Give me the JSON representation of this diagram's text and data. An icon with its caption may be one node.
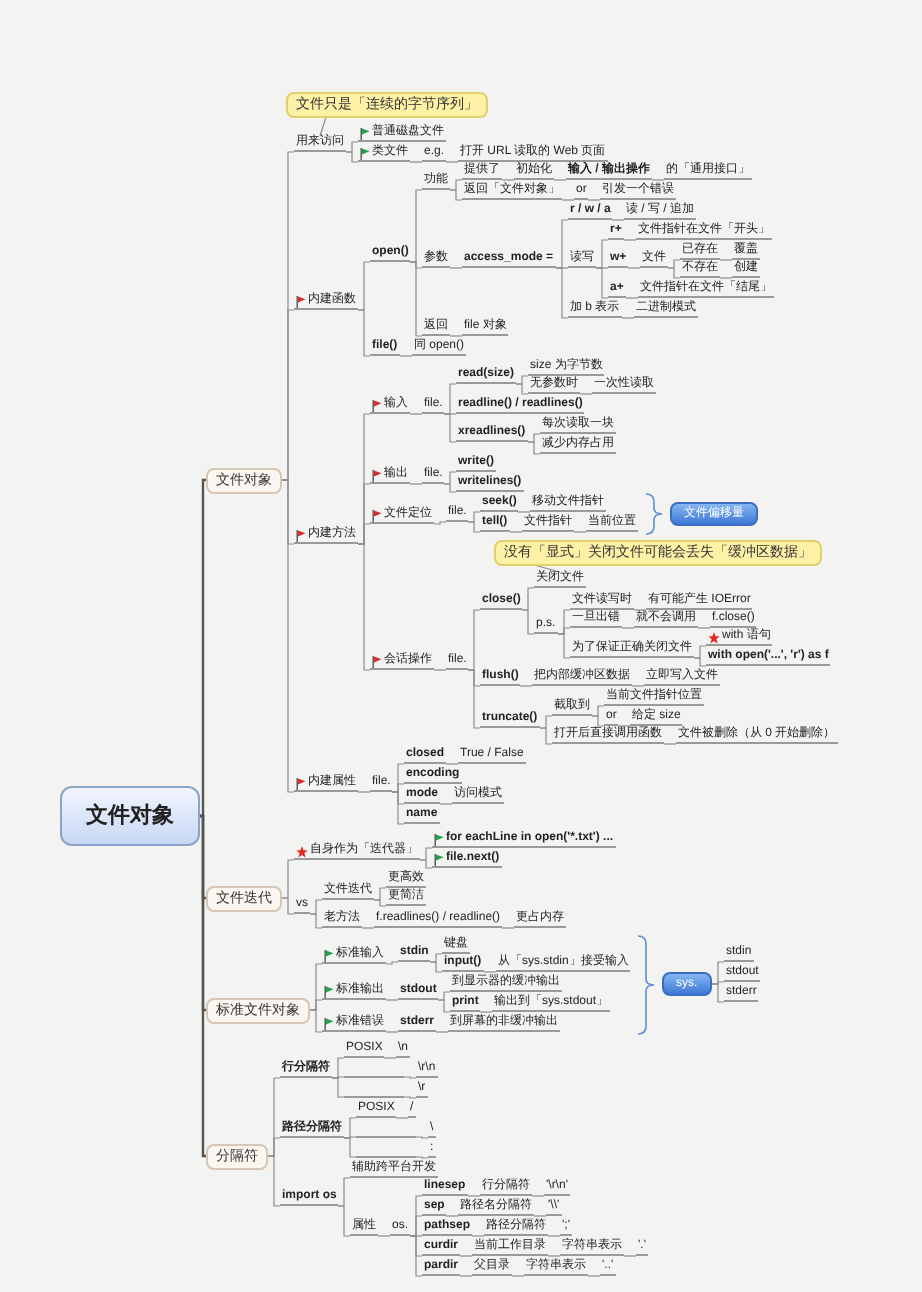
{
  "diagram": {
    "nodes": [
      {
        "text": [
          "文件对象"
        ]
      },
      {
        "text": [
          "文件对象"
        ]
      },
      {
        "text": [
          "用来访问"
        ]
      },
      {
        "text": [
          "文件只是「连续的字节序列」"
        ]
      },
      {
        "text": [
          "普通磁盘文件"
        ]
      },
      {
        "text": [
          "类文件"
        ]
      },
      {
        "text": [
          "e.g."
        ]
      },
      {
        "text": [
          "打开 URL 读取的 Web 页面"
        ]
      },
      {
        "text": [
          "内建函数"
        ]
      },
      {
        "text": [
          "open()"
        ]
      },
      {
        "text": [
          "功能"
        ]
      },
      {
        "text": [
          "提供了"
        ]
      },
      {
        "text": [
          "初始化"
        ]
      },
      {
        "text": [
          "输入 / 输出操作"
        ]
      },
      {
        "text": [
          "的「通用接口」"
        ]
      },
      {
        "text": [
          "返回「文件对象」"
        ]
      },
      {
        "text": [
          "or"
        ]
      },
      {
        "text": [
          "引发一个错误"
        ]
      },
      {
        "text": [
          "参数"
        ]
      },
      {
        "text": [
          "access_mode ="
        ]
      },
      {
        "text": [
          "r / w / a"
        ]
      },
      {
        "text": [
          "读 / 写 / 追加"
        ]
      },
      {
        "text": [
          "读写"
        ]
      },
      {
        "text": [
          "r+"
        ]
      },
      {
        "text": [
          "文件指针在文件「开头」"
        ]
      },
      {
        "text": [
          "w+"
        ]
      },
      {
        "text": [
          "文件"
        ]
      },
      {
        "text": [
          "已存在"
        ]
      },
      {
        "text": [
          "覆盖"
        ]
      },
      {
        "text": [
          "不存在"
        ]
      },
      {
        "text": [
          "创建"
        ]
      },
      {
        "text": [
          "a+"
        ]
      },
      {
        "text": [
          "文件指针在文件「结尾」"
        ]
      },
      {
        "text": [
          "加 b 表示"
        ]
      },
      {
        "text": [
          "二进制模式"
        ]
      },
      {
        "text": [
          "返回"
        ]
      },
      {
        "text": [
          "file 对象"
        ]
      },
      {
        "text": [
          "file()"
        ]
      },
      {
        "text": [
          "同 open()"
        ]
      },
      {
        "text": [
          "内建方法"
        ]
      },
      {
        "text": [
          "输入"
        ]
      },
      {
        "text": [
          "file."
        ]
      },
      {
        "text": [
          "read(size)"
        ]
      },
      {
        "text": [
          "size 为字节数"
        ]
      },
      {
        "text": [
          "无参数时"
        ]
      },
      {
        "text": [
          "一次性读取"
        ]
      },
      {
        "text": [
          "readline() / readlines()"
        ]
      },
      {
        "text": [
          "xreadlines()"
        ]
      },
      {
        "text": [
          "每次读取一块"
        ]
      },
      {
        "text": [
          "减少内存占用"
        ]
      },
      {
        "text": [
          "输出"
        ]
      },
      {
        "text": [
          "file."
        ]
      },
      {
        "text": [
          "write()"
        ]
      },
      {
        "text": [
          "writelines()"
        ]
      },
      {
        "text": [
          "文件定位"
        ]
      },
      {
        "text": [
          "file."
        ]
      },
      {
        "text": [
          "seek()"
        ]
      },
      {
        "text": [
          "移动文件指针"
        ]
      },
      {
        "text": [
          "tell()"
        ]
      },
      {
        "text": [
          "文件指针"
        ]
      },
      {
        "text": [
          "当前位置"
        ]
      },
      {
        "text": [
          "文件偏移量"
        ]
      },
      {
        "text": [
          "没有「显式」关闭文件可能会丢失「缓冲区数据」"
        ]
      },
      {
        "text": [
          "会话操作"
        ]
      },
      {
        "text": [
          "file."
        ]
      },
      {
        "text": [
          "close()"
        ]
      },
      {
        "text": [
          "关闭文件"
        ]
      },
      {
        "text": [
          "p.s."
        ]
      },
      {
        "text": [
          "文件读写时"
        ]
      },
      {
        "text": [
          "有可能产生 IOError"
        ]
      },
      {
        "text": [
          "一旦出错"
        ]
      },
      {
        "text": [
          "就不会调用"
        ]
      },
      {
        "text": [
          "f.close()"
        ]
      },
      {
        "text": [
          "为了保证正确关闭文件"
        ]
      },
      {
        "text": [
          "with 语句"
        ]
      },
      {
        "text": [
          "with open('...', 'r') as f"
        ]
      },
      {
        "text": [
          "flush()"
        ]
      },
      {
        "text": [
          "把内部缓冲区数据"
        ]
      },
      {
        "text": [
          "立即写入文件"
        ]
      },
      {
        "text": [
          "truncate()"
        ]
      },
      {
        "text": [
          "截取到"
        ]
      },
      {
        "text": [
          "当前文件指针位置"
        ]
      },
      {
        "text": [
          "or"
        ]
      },
      {
        "text": [
          "给定 size"
        ]
      },
      {
        "text": [
          "打开后直接调用函数"
        ]
      },
      {
        "text": [
          "文件被删除（从 0 开始删除）"
        ]
      },
      {
        "text": [
          "内建属性"
        ]
      },
      {
        "text": [
          "file."
        ]
      },
      {
        "text": [
          "closed"
        ]
      },
      {
        "text": [
          "True / False"
        ]
      },
      {
        "text": [
          "encoding"
        ]
      },
      {
        "text": [
          "mode"
        ]
      },
      {
        "text": [
          "访问模式"
        ]
      },
      {
        "text": [
          "name"
        ]
      },
      {
        "text": [
          "文件迭代"
        ]
      },
      {
        "text": [
          "自身作为「迭代器」"
        ]
      },
      {
        "text": [
          "for eachLine in open('*.txt') ..."
        ]
      },
      {
        "text": [
          "file.next()"
        ]
      },
      {
        "text": [
          "vs"
        ]
      },
      {
        "text": [
          "文件迭代"
        ]
      },
      {
        "text": [
          "更高效"
        ]
      },
      {
        "text": [
          "更简洁"
        ]
      },
      {
        "text": [
          "老方法"
        ]
      },
      {
        "text": [
          "f.readlines() / readline()"
        ]
      },
      {
        "text": [
          "更占内存"
        ]
      },
      {
        "text": [
          "标准文件对象"
        ]
      },
      {
        "text": [
          "标准输入"
        ]
      },
      {
        "text": [
          "stdin"
        ]
      },
      {
        "text": [
          "键盘"
        ]
      },
      {
        "text": [
          "input()"
        ]
      },
      {
        "text": [
          "从「sys.stdin」接受输入"
        ]
      },
      {
        "text": [
          "标准输出"
        ]
      },
      {
        "text": [
          "stdout"
        ]
      },
      {
        "text": [
          "到显示器的缓冲输出"
        ]
      },
      {
        "text": [
          "print"
        ]
      },
      {
        "text": [
          "输出到「sys.stdout」"
        ]
      },
      {
        "text": [
          "标准错误"
        ]
      },
      {
        "text": [
          "stderr"
        ]
      },
      {
        "text": [
          "到屏幕的非缓冲输出"
        ]
      },
      {
        "text": [
          "sys."
        ]
      },
      {
        "text": [
          "stdin"
        ]
      },
      {
        "text": [
          "stdout"
        ]
      },
      {
        "text": [
          "stderr"
        ]
      },
      {
        "text": [
          "分隔符"
        ]
      },
      {
        "text": [
          "行分隔符"
        ]
      },
      {
        "text": [
          "POSIX"
        ]
      },
      {
        "text": [
          "\\n"
        ]
      },
      {
        "text": [],
        "shape": "line"
      },
      {
        "text": [
          "\\r\\n"
        ]
      },
      {
        "text": [],
        "shape": "line"
      },
      {
        "text": [
          "\\r"
        ]
      },
      {
        "text": [
          "路径分隔符"
        ]
      },
      {
        "text": [
          "POSIX"
        ]
      },
      {
        "text": [
          "/"
        ]
      },
      {
        "text": [],
        "shape": "line"
      },
      {
        "text": [
          "\\"
        ]
      },
      {
        "text": [],
        "shape": "line"
      },
      {
        "text": [
          ":"
        ]
      },
      {
        "text": [
          "import os"
        ]
      },
      {
        "text": [
          "辅助跨平台开发"
        ]
      },
      {
        "text": [
          "属性"
        ]
      },
      {
        "text": [
          "os."
        ]
      },
      {
        "text": [
          "linesep"
        ]
      },
      {
        "text": [
          "行分隔符"
        ]
      },
      {
        "text": [
          "'\\r\\n'"
        ]
      },
      {
        "text": [
          "sep"
        ]
      },
      {
        "text": [
          "路径名分隔符"
        ]
      },
      {
        "text": [
          "'\\\\'"
        ]
      },
      {
        "text": [
          "pathsep"
        ]
      },
      {
        "text": [
          "路径分隔符"
        ]
      },
      {
        "text": [
          "';'"
        ]
      },
      {
        "text": [
          "curdir"
        ]
      },
      {
        "text": [
          "当前工作目录"
        ]
      },
      {
        "text": [
          "字符串表示"
        ]
      },
      {
        "text": [
          "'.'"
        ]
      },
      {
        "text": [
          "pardir"
        ]
      },
      {
        "text": [
          "父目录"
        ]
      },
      {
        "text": [
          "字符串表示"
        ]
      },
      {
        "text": [
          "'..'"
        ]
      }
    ],
    "edges": [
      {
        "from": 0,
        "to": 1,
        "arrow": "none"
      },
      {
        "from": 0,
        "to": 94,
        "arrow": "none"
      },
      {
        "from": 0,
        "to": 105,
        "arrow": "none"
      },
      {
        "from": 0,
        "to": 123,
        "arrow": "none"
      },
      {
        "from": 1,
        "to": 2,
        "arrow": "none"
      },
      {
        "from": 1,
        "to": 8,
        "arrow": "none"
      },
      {
        "from": 1,
        "to": 39,
        "arrow": "none"
      },
      {
        "from": 1,
        "to": 86,
        "arrow": "none"
      },
      {
        "from": 3,
        "to": 2,
        "arrow": "none"
      },
      {
        "from": 2,
        "to": 4,
        "arrow": "none"
      },
      {
        "from": 2,
        "to": 5,
        "arrow": "none"
      },
      {
        "from": 5,
        "to": 6,
        "arrow": "none"
      },
      {
        "from": 6,
        "to": 7,
        "arrow": "none"
      },
      {
        "from": 8,
        "to": 9,
        "arrow": "none"
      },
      {
        "from": 8,
        "to": 37,
        "arrow": "none"
      },
      {
        "from": 9,
        "to": 10,
        "arrow": "none"
      },
      {
        "from": 9,
        "to": 18,
        "arrow": "none"
      },
      {
        "from": 9,
        "to": 35,
        "arrow": "none"
      },
      {
        "from": 10,
        "to": 11,
        "arrow": "none"
      },
      {
        "from": 10,
        "to": 15,
        "arrow": "none"
      },
      {
        "from": 11,
        "to": 12,
        "arrow": "none"
      },
      {
        "from": 12,
        "to": 13,
        "arrow": "none"
      },
      {
        "from": 13,
        "to": 14,
        "arrow": "none"
      },
      {
        "from": 15,
        "to": 16,
        "arrow": "none"
      },
      {
        "from": 16,
        "to": 17,
        "arrow": "none"
      },
      {
        "from": 18,
        "to": 19,
        "arrow": "none"
      },
      {
        "from": 19,
        "to": 20,
        "arrow": "none"
      },
      {
        "from": 19,
        "to": 22,
        "arrow": "none"
      },
      {
        "from": 19,
        "to": 33,
        "arrow": "none"
      },
      {
        "from": 20,
        "to": 21,
        "arrow": "none"
      },
      {
        "from": 22,
        "to": 23,
        "arrow": "none"
      },
      {
        "from": 22,
        "to": 25,
        "arrow": "none"
      },
      {
        "from": 22,
        "to": 31,
        "arrow": "none"
      },
      {
        "from": 23,
        "to": 24,
        "arrow": "none"
      },
      {
        "from": 25,
        "to": 26,
        "arrow": "none"
      },
      {
        "from": 26,
        "to": 27,
        "arrow": "none"
      },
      {
        "from": 26,
        "to": 29,
        "arrow": "none"
      },
      {
        "from": 27,
        "to": 28,
        "arrow": "none"
      },
      {
        "from": 29,
        "to": 30,
        "arrow": "none"
      },
      {
        "from": 31,
        "to": 32,
        "arrow": "none"
      },
      {
        "from": 33,
        "to": 34,
        "arrow": "none"
      },
      {
        "from": 35,
        "to": 36,
        "arrow": "none"
      },
      {
        "from": 37,
        "to": 38,
        "arrow": "none"
      },
      {
        "from": 39,
        "to": 40,
        "arrow": "none"
      },
      {
        "from": 39,
        "to": 50,
        "arrow": "none"
      },
      {
        "from": 39,
        "to": 54,
        "arrow": "none"
      },
      {
        "from": 39,
        "to": 63,
        "arrow": "none"
      },
      {
        "from": 40,
        "to": 41,
        "arrow": "none"
      },
      {
        "from": 41,
        "to": 42,
        "arrow": "none"
      },
      {
        "from": 41,
        "to": 46,
        "arrow": "none"
      },
      {
        "from": 41,
        "to": 47,
        "arrow": "none"
      },
      {
        "from": 42,
        "to": 43,
        "arrow": "none"
      },
      {
        "from": 42,
        "to": 44,
        "arrow": "none"
      },
      {
        "from": 44,
        "to": 45,
        "arrow": "none"
      },
      {
        "from": 47,
        "to": 48,
        "arrow": "none"
      },
      {
        "from": 47,
        "to": 49,
        "arrow": "none"
      },
      {
        "from": 50,
        "to": 51,
        "arrow": "none"
      },
      {
        "from": 51,
        "to": 52,
        "arrow": "none"
      },
      {
        "from": 51,
        "to": 53,
        "arrow": "none"
      },
      {
        "from": 54,
        "to": 55,
        "arrow": "none"
      },
      {
        "from": 55,
        "to": 56,
        "arrow": "none"
      },
      {
        "from": 55,
        "to": 58,
        "arrow": "none"
      },
      {
        "from": 56,
        "to": 57,
        "arrow": "none"
      },
      {
        "from": 58,
        "to": 59,
        "arrow": "none"
      },
      {
        "from": 59,
        "to": 60,
        "arrow": "none"
      },
      {
        "from": 62,
        "to": 66,
        "arrow": "none"
      },
      {
        "from": 63,
        "to": 64,
        "arrow": "none"
      },
      {
        "from": 64,
        "to": 65,
        "arrow": "none"
      },
      {
        "from": 64,
        "to": 76,
        "arrow": "none"
      },
      {
        "from": 64,
        "to": 79,
        "arrow": "none"
      },
      {
        "from": 65,
        "to": 66,
        "arrow": "none"
      },
      {
        "from": 65,
        "to": 67,
        "arrow": "none"
      },
      {
        "from": 67,
        "to": 68,
        "arrow": "none"
      },
      {
        "from": 67,
        "to": 70,
        "arrow": "none"
      },
      {
        "from": 67,
        "to": 73,
        "arrow": "none"
      },
      {
        "from": 68,
        "to": 69,
        "arrow": "none"
      },
      {
        "from": 70,
        "to": 71,
        "arrow": "none"
      },
      {
        "from": 71,
        "to": 72,
        "arrow": "none"
      },
      {
        "from": 73,
        "to": 74,
        "arrow": "none"
      },
      {
        "from": 73,
        "to": 75,
        "arrow": "none"
      },
      {
        "from": 76,
        "to": 77,
        "arrow": "none"
      },
      {
        "from": 77,
        "to": 78,
        "arrow": "none"
      },
      {
        "from": 79,
        "to": 80,
        "arrow": "none"
      },
      {
        "from": 79,
        "to": 84,
        "arrow": "none"
      },
      {
        "from": 80,
        "to": 81,
        "arrow": "none"
      },
      {
        "from": 80,
        "to": 82,
        "arrow": "none"
      },
      {
        "from": 82,
        "to": 83,
        "arrow": "none"
      },
      {
        "from": 84,
        "to": 85,
        "arrow": "none"
      },
      {
        "from": 86,
        "to": 87,
        "arrow": "none"
      },
      {
        "from": 87,
        "to": 88,
        "arrow": "none"
      },
      {
        "from": 87,
        "to": 90,
        "arrow": "none"
      },
      {
        "from": 87,
        "to": 91,
        "arrow": "none"
      },
      {
        "from": 87,
        "to": 93,
        "arrow": "none"
      },
      {
        "from": 88,
        "to": 89,
        "arrow": "none"
      },
      {
        "from": 91,
        "to": 92,
        "arrow": "none"
      },
      {
        "from": 94,
        "to": 95,
        "arrow": "none"
      },
      {
        "from": 94,
        "to": 98,
        "arrow": "none"
      },
      {
        "from": 95,
        "to": 96,
        "arrow": "none"
      },
      {
        "from": 95,
        "to": 97,
        "arrow": "none"
      },
      {
        "from": 98,
        "to": 99,
        "arrow": "none"
      },
      {
        "from": 98,
        "to": 102,
        "arrow": "none"
      },
      {
        "from": 99,
        "to": 100,
        "arrow": "none"
      },
      {
        "from": 99,
        "to": 101,
        "arrow": "none"
      },
      {
        "from": 102,
        "to": 103,
        "arrow": "none"
      },
      {
        "from": 103,
        "to": 104,
        "arrow": "none"
      },
      {
        "from": 105,
        "to": 106,
        "arrow": "none"
      },
      {
        "from": 105,
        "to": 111,
        "arrow": "none"
      },
      {
        "from": 105,
        "to": 116,
        "arrow": "none"
      },
      {
        "from": 106,
        "to": 107,
        "arrow": "none"
      },
      {
        "from": 107,
        "to": 108,
        "arrow": "none"
      },
      {
        "from": 107,
        "to": 109,
        "arrow": "none"
      },
      {
        "from": 109,
        "to": 110,
        "arrow": "none"
      },
      {
        "from": 111,
        "to": 112,
        "arrow": "none"
      },
      {
        "from": 112,
        "to": 113,
        "arrow": "none"
      },
      {
        "from": 112,
        "to": 114,
        "arrow": "none"
      },
      {
        "from": 114,
        "to": 115,
        "arrow": "none"
      },
      {
        "from": 116,
        "to": 117,
        "arrow": "none"
      },
      {
        "from": 117,
        "to": 118,
        "arrow": "none"
      },
      {
        "from": 119,
        "to": 120,
        "arrow": "none"
      },
      {
        "from": 119,
        "to": 121,
        "arrow": "none"
      },
      {
        "from": 119,
        "to": 122,
        "arrow": "none"
      },
      {
        "from": 123,
        "to": 124,
        "arrow": "none"
      },
      {
        "from": 123,
        "to": 131,
        "arrow": "none"
      },
      {
        "from": 123,
        "to": 138,
        "arrow": "none"
      },
      {
        "from": 124,
        "to": 125,
        "arrow": "none"
      },
      {
        "from": 124,
        "to": 127,
        "arrow": "none"
      },
      {
        "from": 124,
        "to": 129,
        "arrow": "none"
      },
      {
        "from": 125,
        "to": 126,
        "arrow": "none"
      },
      {
        "from": 127,
        "to": 128,
        "arrow": "none"
      },
      {
        "from": 129,
        "to": 130,
        "arrow": "none"
      },
      {
        "from": 131,
        "to": 132,
        "arrow": "none"
      },
      {
        "from": 131,
        "to": 134,
        "arrow": "none"
      },
      {
        "from": 131,
        "to": 136,
        "arrow": "none"
      },
      {
        "from": 132,
        "to": 133,
        "arrow": "none"
      },
      {
        "from": 134,
        "to": 135,
        "arrow": "none"
      },
      {
        "from": 136,
        "to": 137,
        "arrow": "none"
      },
      {
        "from": 138,
        "to": 139,
        "arrow": "none"
      },
      {
        "from": 138,
        "to": 140,
        "arrow": "none"
      },
      {
        "from": 140,
        "to": 141,
        "arrow": "none"
      },
      {
        "from": 141,
        "to": 142,
        "arrow": "none"
      },
      {
        "from": 141,
        "to": 145,
        "arrow": "none"
      },
      {
        "from": 141,
        "to": 148,
        "arrow": "none"
      },
      {
        "from": 141,
        "to": 151,
        "arrow": "none"
      },
      {
        "from": 141,
        "to": 155,
        "arrow": "none"
      },
      {
        "from": 142,
        "to": 143,
        "arrow": "none"
      },
      {
        "from": 143,
        "to": 144,
        "arrow": "none"
      },
      {
        "from": 145,
        "to": 146,
        "arrow": "none"
      },
      {
        "from": 146,
        "to": 147,
        "arrow": "none"
      },
      {
        "from": 148,
        "to": 149,
        "arrow": "none"
      },
      {
        "from": 149,
        "to": 150,
        "arrow": "none"
      },
      {
        "from": 151,
        "to": 152,
        "arrow": "none"
      },
      {
        "from": 152,
        "to": 153,
        "arrow": "none"
      },
      {
        "from": 153,
        "to": 154,
        "arrow": "none"
      },
      {
        "from": 155,
        "to": 156,
        "arrow": "none"
      },
      {
        "from": 156,
        "to": 157,
        "arrow": "none"
      },
      {
        "from": 157,
        "to": 158,
        "arrow": "none"
      }
    ]
  }
}
